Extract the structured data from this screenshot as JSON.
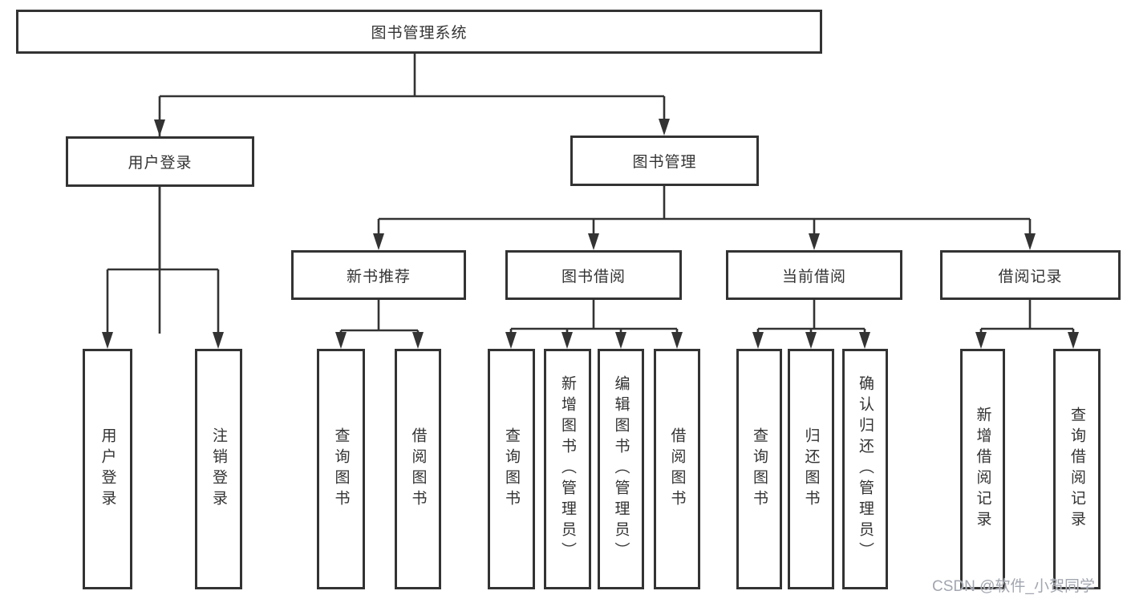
{
  "diagram": {
    "title": "图书管理系统",
    "root": {
      "label": "图书管理系统"
    },
    "level2": [
      {
        "label": "用户登录"
      },
      {
        "label": "图书管理"
      }
    ],
    "level3": [
      {
        "label": "新书推荐"
      },
      {
        "label": "图书借阅"
      },
      {
        "label": "当前借阅"
      },
      {
        "label": "借阅记录"
      }
    ],
    "leaves": [
      {
        "label": "用户登录",
        "parent": "用户登录"
      },
      {
        "label": "注销登录",
        "parent": "用户登录"
      },
      {
        "label": "查询图书",
        "parent": "新书推荐"
      },
      {
        "label": "借阅图书",
        "parent": "新书推荐"
      },
      {
        "label": "查询图书",
        "parent": "图书借阅"
      },
      {
        "label": "新增图书（管理员）",
        "parent": "图书借阅"
      },
      {
        "label": "编辑图书（管理员）",
        "parent": "图书借阅"
      },
      {
        "label": "借阅图书",
        "parent": "图书借阅"
      },
      {
        "label": "查询图书",
        "parent": "当前借阅"
      },
      {
        "label": "归还图书",
        "parent": "当前借阅"
      },
      {
        "label": "确认归还（管理员）",
        "parent": "当前借阅"
      },
      {
        "label": "新增借阅记录",
        "parent": "借阅记录"
      },
      {
        "label": "查询借阅记录",
        "parent": "借阅记录"
      }
    ]
  },
  "watermark": {
    "text": "CSDN @软件_小贺同学"
  },
  "colors": {
    "line": "#333333",
    "box_border": "#333333",
    "text": "#333333",
    "background": "#ffffff",
    "watermark": "#a2a6af"
  }
}
